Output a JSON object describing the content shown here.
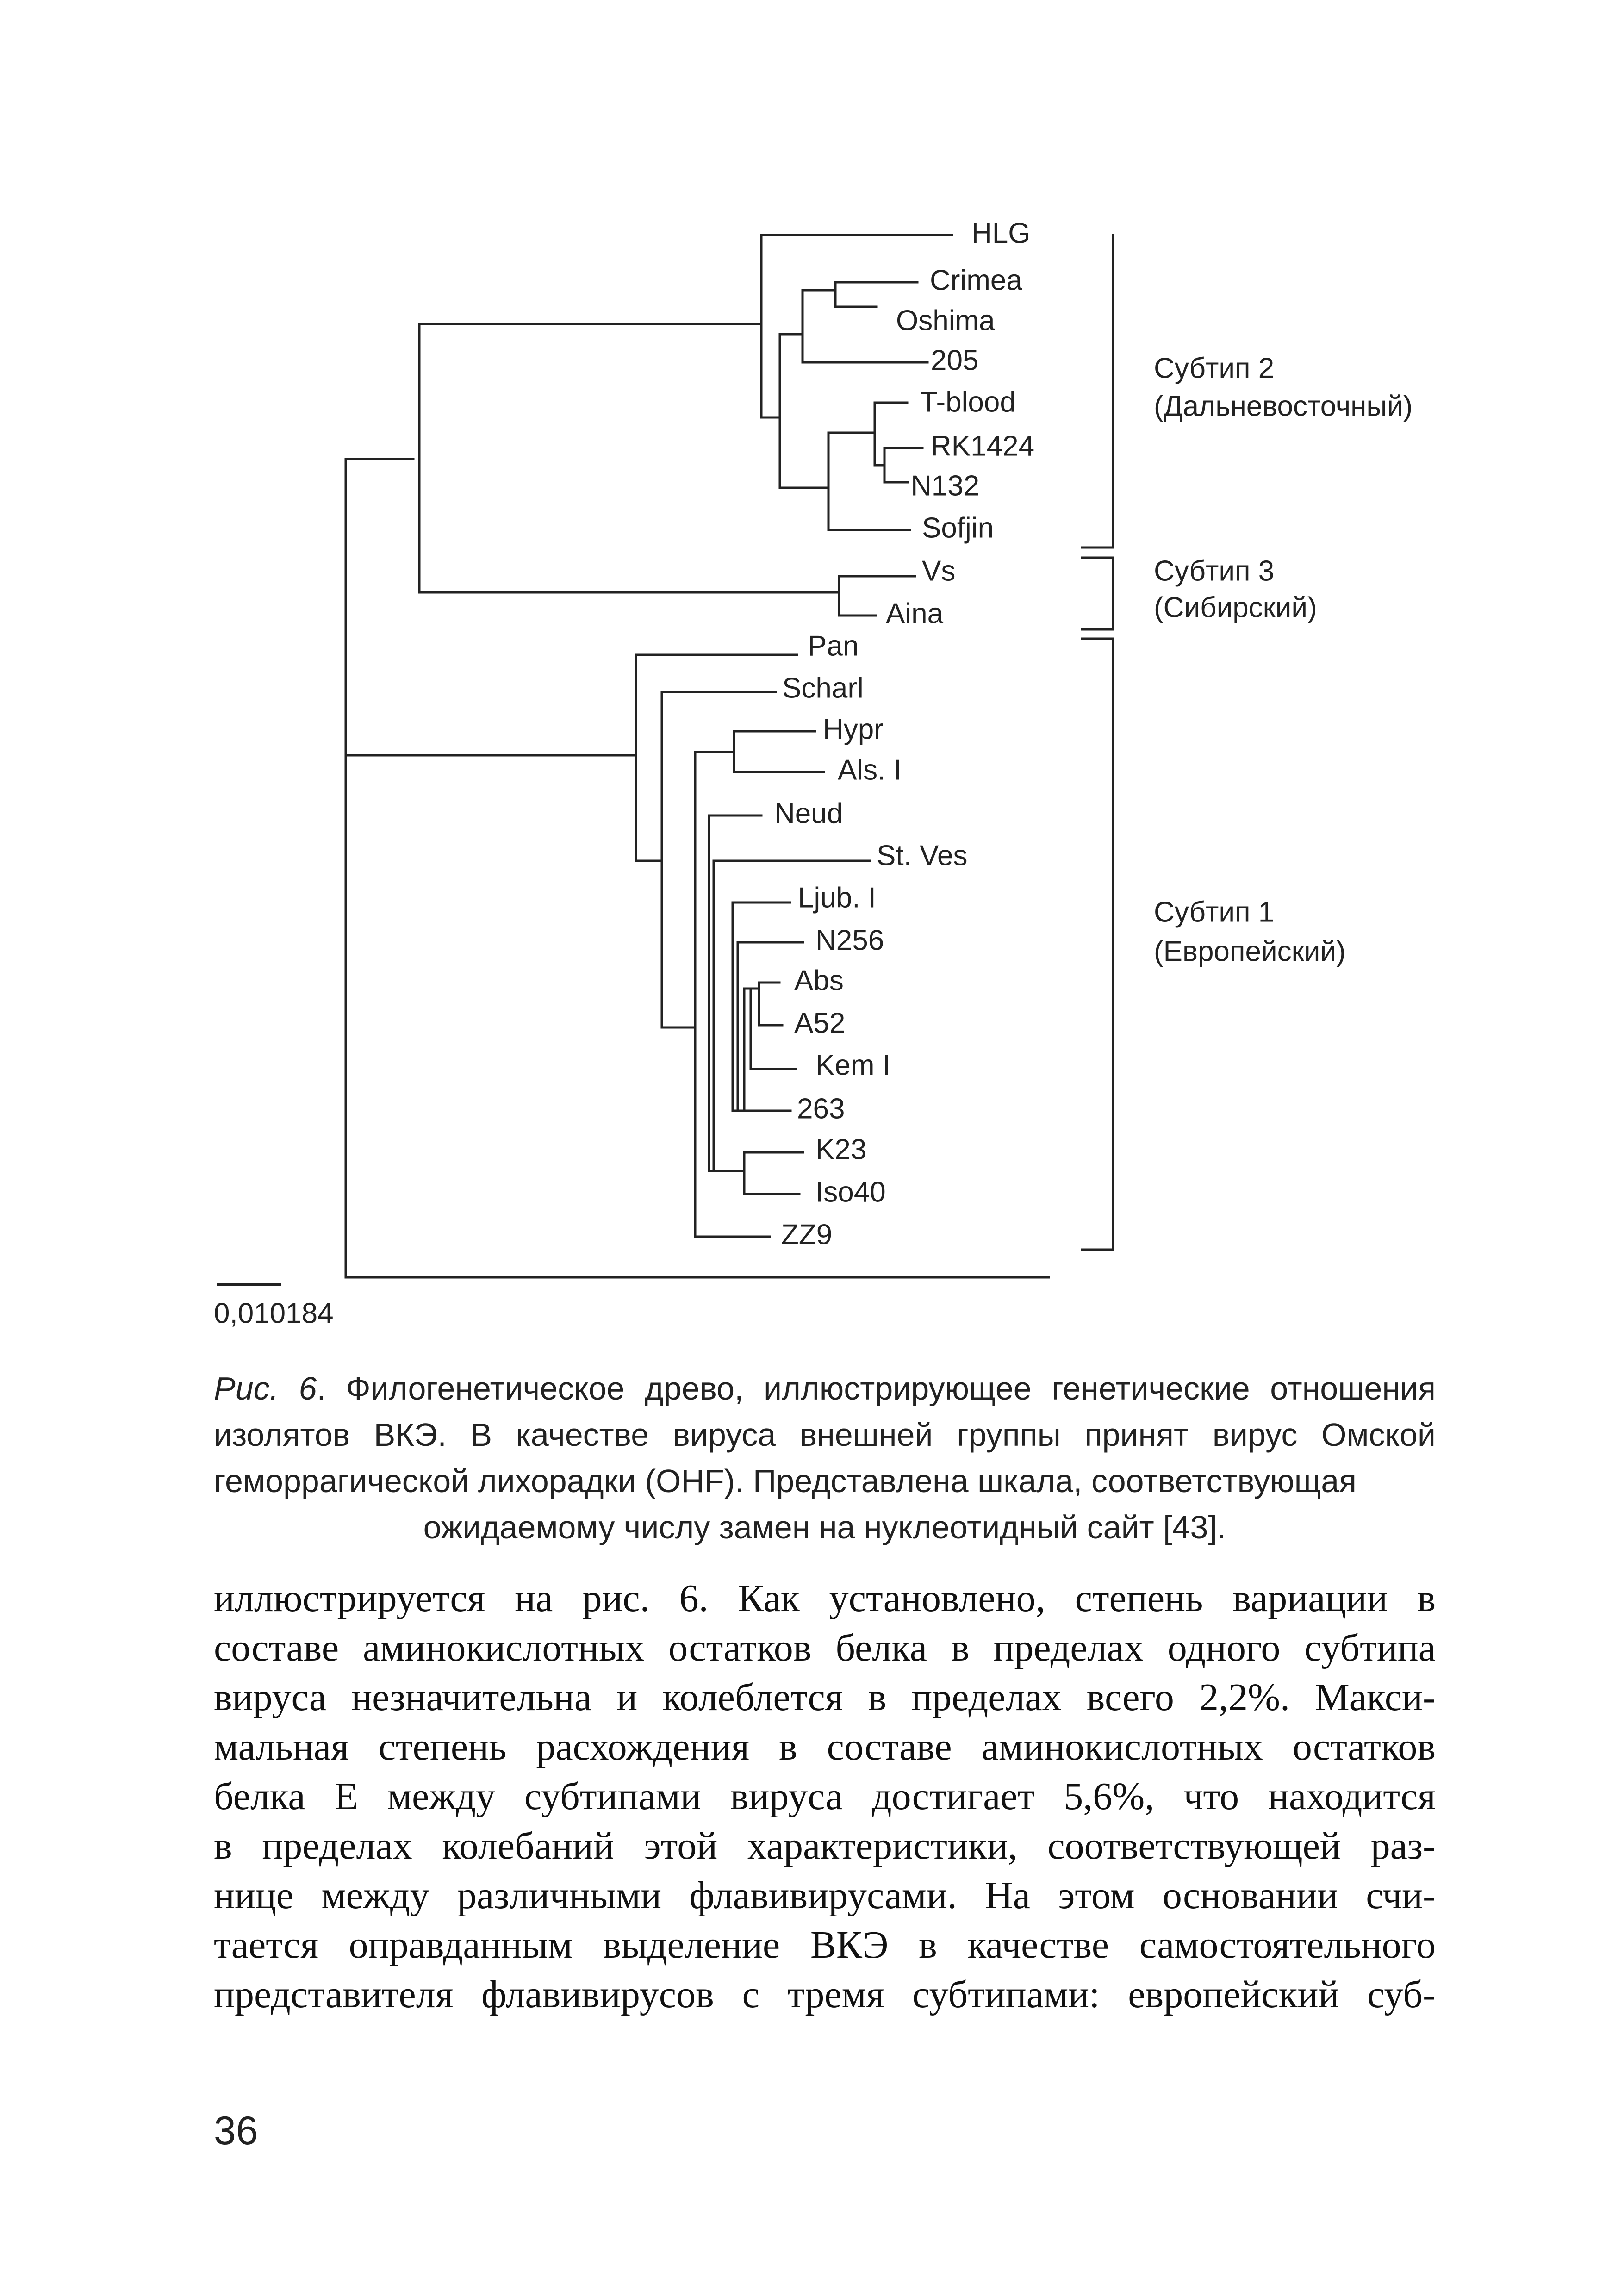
{
  "tree": {
    "leaves": [
      "HLG",
      "Crimea",
      "Oshima",
      "205",
      "T-blood",
      "RK1424",
      "N132",
      "Sofjin",
      "Vs",
      "Aina",
      "Pan",
      "Scharl",
      "Hypr",
      "Als. I",
      "Neud",
      "St. Ves",
      "Ljub. I",
      "N256",
      "Abs",
      "A52",
      "Kem I",
      "263",
      "K23",
      "Iso40",
      "ZZ9"
    ],
    "subtypes": [
      {
        "name": "Субтип 2",
        "region": "(Дальневосточный)"
      },
      {
        "name": "Субтип 3",
        "region": "(Сибирский)"
      },
      {
        "name": "Субтип 1",
        "region": "(Европейский)"
      }
    ],
    "scale_value": "0,010184"
  },
  "caption": {
    "lead": "Рис. 6",
    "text": ". Филогенетическое древо, иллюстрирующее генетические отношения изолятов ВКЭ. В качестве вируса внешней группы принят вирус Омской геморрагической лихорадки (OHF). Представлена шкала, соответствующая",
    "last_line": "ожидаемому числу замен на нуклеотидный сайт [43]."
  },
  "body_lines": [
    "иллюстрируется на рис. 6. Как установлено, степень вариации в",
    "составе аминокислотных остатков белка в пределах одного субтипа",
    "вируса незначительна и колеблется в пределах всего 2,2%. Макси-",
    "мальная степень расхождения в составе аминокислотных остатков",
    "белка Е между субтипами вируса достигает 5,6%, что находится",
    "в пределах колебаний этой характеристики, соответствующей раз-",
    "нице между различными флавивирусами. На этом основании счи-",
    "тается оправданным выделение ВКЭ в качестве самостоятельного",
    "представителя флавивирусов с тремя субтипами: европейский суб-"
  ],
  "page_number": "36"
}
